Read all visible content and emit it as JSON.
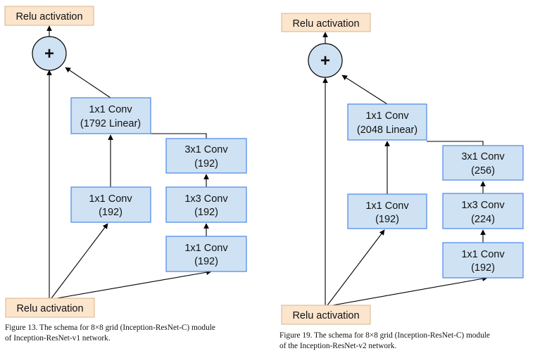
{
  "figures": [
    {
      "relu_top": "Relu activation",
      "plus": "+",
      "linear_conv": {
        "l1": "1x1 Conv",
        "l2": "(1792 Linear)"
      },
      "conv3x1": {
        "l1": "3x1 Conv",
        "l2": "(192)"
      },
      "left_conv": {
        "l1": "1x1 Conv",
        "l2": "(192)"
      },
      "conv1x3": {
        "l1": "1x3 Conv",
        "l2": "(192)"
      },
      "bottom_conv": {
        "l1": "1x1 Conv",
        "l2": "(192)"
      },
      "relu_bottom": "Relu activation",
      "caption_line1": "Figure 13. The schema for 8×8 grid (Inception-ResNet-C) module",
      "caption_line2": "of Inception-ResNet-v1 network."
    },
    {
      "relu_top": "Relu activation",
      "plus": "+",
      "linear_conv": {
        "l1": "1x1 Conv",
        "l2": "(2048 Linear)"
      },
      "conv3x1": {
        "l1": "3x1 Conv",
        "l2": "(256)"
      },
      "left_conv": {
        "l1": "1x1 Conv",
        "l2": "(192)"
      },
      "conv1x3": {
        "l1": "1x3 Conv",
        "l2": "(224)"
      },
      "bottom_conv": {
        "l1": "1x1 Conv",
        "l2": "(192)"
      },
      "relu_bottom": "Relu activation",
      "caption_line1": "Figure 19. The schema for 8×8 grid (Inception-ResNet-C) module",
      "caption_line2": "of the Inception-ResNet-v2 network."
    }
  ],
  "colors": {
    "box_fill": "#cfe2f3",
    "box_stroke": "#4a86e8",
    "relu_fill": "#fce5cd"
  }
}
